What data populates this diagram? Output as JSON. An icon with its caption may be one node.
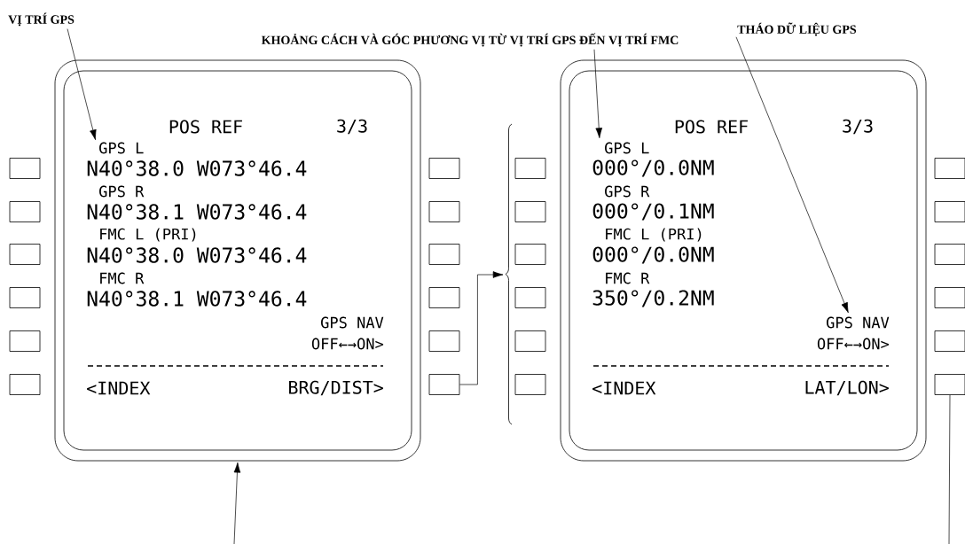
{
  "diagram": {
    "nodes": [
      {
        "text": [
          "VỊ TRÍ GPS"
        ]
      },
      {
        "text": [
          "KHOẢNG CÁCH VÀ GÓC PHƯƠNG VỊ TỪ VỊ TRÍ GPS ĐẾN VỊ TRÍ FMC"
        ]
      },
      {
        "text": [
          "THÁO DỮ LIỆU GPS"
        ]
      },
      {
        "text": [],
        "shape": "box"
      },
      {
        "text": [],
        "shape": "box"
      },
      {
        "text": [],
        "shape": "box"
      },
      {
        "text": [],
        "shape": "box"
      },
      {
        "text": [],
        "shape": "box"
      },
      {
        "text": [],
        "shape": "box"
      },
      {
        "text": [],
        "shape": "box"
      },
      {
        "text": [
          "POS REF"
        ],
        "in": 9
      },
      {
        "text": [
          "3/3"
        ],
        "in": 9
      },
      {
        "text": [
          "GPS L"
        ],
        "in": 9
      },
      {
        "text": [
          "N40°38.0 W073°46.4"
        ],
        "in": 9
      },
      {
        "text": [
          "GPS R"
        ],
        "in": 9
      },
      {
        "text": [
          "N40°38.1 W073°46.4"
        ],
        "in": 9
      },
      {
        "text": [
          "FMC L (PRI)"
        ],
        "in": 9
      },
      {
        "text": [
          "N40°38.0 W073°46.4"
        ],
        "in": 9
      },
      {
        "text": [
          "FMC R"
        ],
        "in": 9
      },
      {
        "text": [
          "N40°38.1 W073°46.4"
        ],
        "in": 9
      },
      {
        "text": [
          "GPS NAV"
        ],
        "in": 9
      },
      {
        "text": [
          "OFF←→ON>"
        ],
        "in": 9
      },
      {
        "text": [
          "<INDEX"
        ],
        "in": 9
      },
      {
        "text": [
          "BRG/DIST>"
        ],
        "in": 9
      },
      {
        "text": [],
        "shape": "box"
      },
      {
        "text": [],
        "shape": "box"
      },
      {
        "text": [],
        "shape": "box"
      },
      {
        "text": [],
        "shape": "box"
      },
      {
        "text": [],
        "shape": "box"
      },
      {
        "text": [],
        "shape": "box"
      },
      {
        "text": [],
        "shape": "brace"
      },
      {
        "text": [],
        "shape": "box"
      },
      {
        "text": [],
        "shape": "box"
      },
      {
        "text": [],
        "shape": "box"
      },
      {
        "text": [],
        "shape": "box"
      },
      {
        "text": [],
        "shape": "box"
      },
      {
        "text": [],
        "shape": "box"
      },
      {
        "text": [],
        "shape": "box"
      },
      {
        "text": [
          "POS REF"
        ],
        "in": 37
      },
      {
        "text": [
          "3/3"
        ],
        "in": 37
      },
      {
        "text": [
          "GPS L"
        ],
        "in": 37
      },
      {
        "text": [
          "000°/0.0NM"
        ],
        "in": 37
      },
      {
        "text": [
          "GPS R"
        ],
        "in": 37
      },
      {
        "text": [
          "000°/0.1NM"
        ],
        "in": 37
      },
      {
        "text": [
          "FMC L (PRI)"
        ],
        "in": 37
      },
      {
        "text": [
          "000°/0.0NM"
        ],
        "in": 37
      },
      {
        "text": [
          "FMC R"
        ],
        "in": 37
      },
      {
        "text": [
          "350°/0.2NM"
        ],
        "in": 37
      },
      {
        "text": [
          "GPS NAV"
        ],
        "in": 37
      },
      {
        "text": [
          "OFF←→ON>"
        ],
        "in": 37
      },
      {
        "text": [
          "<INDEX"
        ],
        "in": 37
      },
      {
        "text": [
          "LAT/LON>"
        ],
        "in": 37
      },
      {
        "text": [],
        "shape": "box"
      },
      {
        "text": [],
        "shape": "box"
      },
      {
        "text": [],
        "shape": "box"
      },
      {
        "text": [],
        "shape": "box"
      },
      {
        "text": [],
        "shape": "box"
      },
      {
        "text": [],
        "shape": "box"
      }
    ],
    "edges": [
      {
        "from": 0,
        "to": 12,
        "arrow": "to"
      },
      {
        "from": 1,
        "to": 40,
        "arrow": "to"
      },
      {
        "from": 2,
        "to": 48,
        "arrow": "to"
      },
      {
        "from": 29,
        "to": 30,
        "arrow": "to"
      },
      {
        "from": 57,
        "to": null,
        "arrow": "none"
      },
      {
        "from": null,
        "to": 9,
        "arrow": "to"
      }
    ]
  }
}
